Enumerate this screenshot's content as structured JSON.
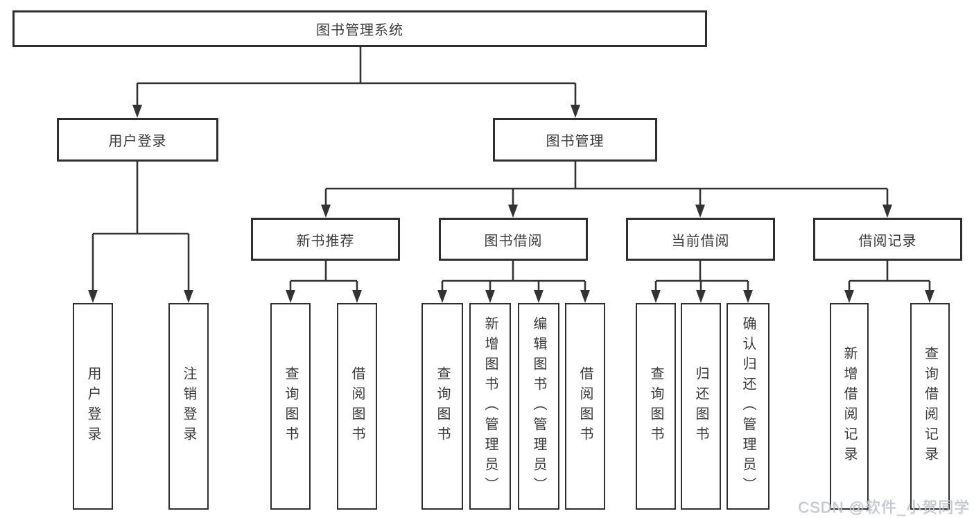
{
  "diagram": {
    "root": {
      "label": "图书管理系统"
    },
    "branches": {
      "user_login": {
        "label": "用户登录",
        "children": [
          "用户登录",
          "注销登录"
        ]
      },
      "book_mgmt": {
        "label": "图书管理"
      }
    },
    "modules": [
      {
        "label": "新书推荐",
        "children": [
          "查询图书",
          "借阅图书"
        ]
      },
      {
        "label": "图书借阅",
        "children": [
          "查询图书",
          "新增图书（管理员）",
          "编辑图书（管理员）",
          "借阅图书"
        ]
      },
      {
        "label": "当前借阅",
        "children": [
          "查询图书",
          "归还图书",
          "确认归还（管理员）"
        ]
      },
      {
        "label": "借阅记录",
        "children": [
          "新增借阅记录",
          "查询借阅记录"
        ]
      }
    ]
  },
  "watermark": "CSDN @软件_小贺同学",
  "colors": {
    "line": "#333333",
    "box_border": "#2f2f2f",
    "box_fill": "#ffffff",
    "text": "#3a3a3a",
    "watermark": "#c3c7cd"
  }
}
